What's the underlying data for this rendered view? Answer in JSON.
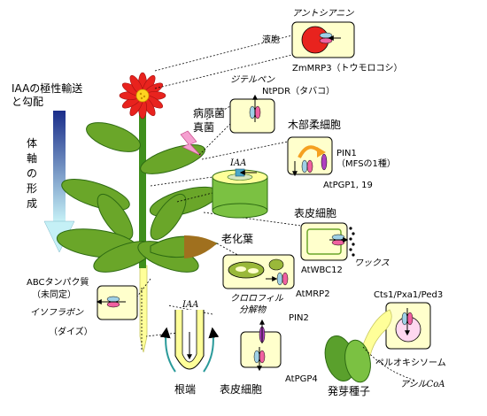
{
  "labels": {
    "anthocyanin": "アントシアニン",
    "vacuole": "液胞",
    "zmmrp3": "ZmMRP3（トウモロコシ）",
    "sclareol": "ジテルペン",
    "ntpdr": "NtPDR（タバコ）",
    "pathogen": "病原菌",
    "fungus": "真菌",
    "iaa_transport_1": "IAAの極性輸送",
    "iaa_transport_2": "と勾配",
    "axis_formation_1": "体",
    "axis_formation_2": "軸",
    "axis_formation_3": "の",
    "axis_formation_4": "形",
    "axis_formation_5": "成",
    "xylem_parenchyma": "木部柔細胞",
    "pin1": "PIN1",
    "mfs": "（MFSの1種）",
    "atpgp1": "AtPGP1, 19",
    "iaa_top": "IAA",
    "epidermal_cell_top": "表皮細胞",
    "atwbc12": "AtWBC12",
    "wax": "ワックス",
    "senescent_leaf": "老化葉",
    "chlorophyll_1": "クロロフィル",
    "chlorophyll_2": "分解物",
    "atmrp2": "AtMRP2",
    "abc_protein_1": "ABCタンパク質",
    "abc_protein_2": "（未同定）",
    "isoflavone": "イソフラボン",
    "soybean": "（ダイズ）",
    "iaa_root": "IAA",
    "root_tip": "根端",
    "pin2": "PIN2",
    "atpgp4": "AtPGP4",
    "epidermal_cell_bottom": "表皮細胞",
    "cts1": "Cts1/Pxa1/Ped3",
    "peroxisome": "ペルオキシソーム",
    "acyl_coa": "アシルCoA",
    "germinating_seed": "発芽種子"
  },
  "colors": {
    "cell_fill": "#ffffcc",
    "leaf_green": "#6aa629",
    "stem_green": "#3f8f1c",
    "flower_red": "#e8231e",
    "flower_center": "#ffd320",
    "anthocyanin_red": "#e8231e",
    "pink_transporter": "#f060a0",
    "teal_transporter": "#9fd0e6",
    "purple_transporter": "#b040c0",
    "arrow_blue_dark": "#1a2d8a",
    "arrow_blue_light": "#b5e8f0",
    "root_yellow": "#ffff99",
    "cylinder_green": "#7bc142",
    "orange_arrow": "#f5a020",
    "senescent_brown": "#a0701e"
  }
}
